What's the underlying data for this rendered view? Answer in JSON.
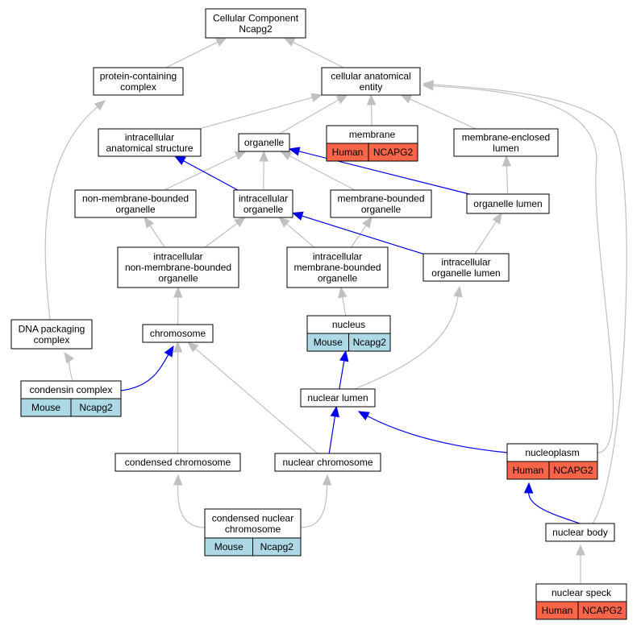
{
  "colors": {
    "edge_default": "#c0c0c0",
    "edge_highlight": "#0000ee",
    "mouse": "#add8e6",
    "human": "#fa6448",
    "node_border": "#000000"
  },
  "nodes": {
    "root": {
      "lines": [
        "Cellular Component",
        "Ncapg2"
      ]
    },
    "protein_complex": {
      "lines": [
        "protein-containing",
        "complex"
      ]
    },
    "cellular_anatomical_entity": {
      "lines": [
        "cellular anatomical",
        "entity"
      ]
    },
    "intracellular_anatomical_structure": {
      "lines": [
        "intracellular",
        "anatomical structure"
      ]
    },
    "organelle": {
      "lines": [
        "organelle"
      ]
    },
    "membrane": {
      "lines": [
        "membrane"
      ],
      "tags": [
        {
          "species": "Human",
          "gene": "NCAPG2"
        }
      ]
    },
    "membrane_enclosed_lumen": {
      "lines": [
        "membrane-enclosed",
        "lumen"
      ]
    },
    "non_membrane_bounded_organelle": {
      "lines": [
        "non-membrane-bounded",
        "organelle"
      ]
    },
    "intracellular_organelle": {
      "lines": [
        "intracellular",
        "organelle"
      ]
    },
    "membrane_bounded_organelle": {
      "lines": [
        "membrane-bounded",
        "organelle"
      ]
    },
    "organelle_lumen": {
      "lines": [
        "organelle lumen"
      ]
    },
    "intracellular_nmb_organelle": {
      "lines": [
        "intracellular",
        "non-membrane-bounded",
        "organelle"
      ]
    },
    "intracellular_mb_organelle": {
      "lines": [
        "intracellular",
        "membrane-bounded",
        "organelle"
      ]
    },
    "intracellular_organelle_lumen": {
      "lines": [
        "intracellular",
        "organelle lumen"
      ]
    },
    "dna_packaging_complex": {
      "lines": [
        "DNA packaging",
        "complex"
      ]
    },
    "chromosome": {
      "lines": [
        "chromosome"
      ]
    },
    "nucleus": {
      "lines": [
        "nucleus"
      ],
      "tags": [
        {
          "species": "Mouse",
          "gene": "Ncapg2"
        }
      ]
    },
    "condensin_complex": {
      "lines": [
        "condensin complex"
      ],
      "tags": [
        {
          "species": "Mouse",
          "gene": "Ncapg2"
        }
      ]
    },
    "nuclear_lumen": {
      "lines": [
        "nuclear lumen"
      ]
    },
    "condensed_chromosome": {
      "lines": [
        "condensed chromosome"
      ]
    },
    "nuclear_chromosome": {
      "lines": [
        "nuclear chromosome"
      ]
    },
    "nucleoplasm": {
      "lines": [
        "nucleoplasm"
      ],
      "tags": [
        {
          "species": "Human",
          "gene": "NCAPG2"
        }
      ]
    },
    "condensed_nuclear_chromosome": {
      "lines": [
        "condensed nuclear",
        "chromosome"
      ],
      "tags": [
        {
          "species": "Mouse",
          "gene": "Ncapg2"
        }
      ]
    },
    "nuclear_body": {
      "lines": [
        "nuclear body"
      ]
    },
    "nuclear_speck": {
      "lines": [
        "nuclear speck"
      ],
      "tags": [
        {
          "species": "Human",
          "gene": "NCAPG2"
        }
      ]
    }
  },
  "edges": [
    {
      "from": "protein_complex",
      "to": "root",
      "highlight": false
    },
    {
      "from": "cellular_anatomical_entity",
      "to": "root",
      "highlight": false
    },
    {
      "from": "intracellular_anatomical_structure",
      "to": "cellular_anatomical_entity",
      "highlight": false
    },
    {
      "from": "organelle",
      "to": "cellular_anatomical_entity",
      "highlight": false
    },
    {
      "from": "membrane",
      "to": "cellular_anatomical_entity",
      "highlight": false
    },
    {
      "from": "membrane_enclosed_lumen",
      "to": "cellular_anatomical_entity",
      "highlight": false
    },
    {
      "from": "non_membrane_bounded_organelle",
      "to": "organelle",
      "highlight": false
    },
    {
      "from": "intracellular_organelle",
      "to": "organelle",
      "highlight": false
    },
    {
      "from": "intracellular_organelle",
      "to": "intracellular_anatomical_structure",
      "highlight": true
    },
    {
      "from": "membrane_bounded_organelle",
      "to": "organelle",
      "highlight": false
    },
    {
      "from": "organelle_lumen",
      "to": "organelle",
      "highlight": true
    },
    {
      "from": "organelle_lumen",
      "to": "membrane_enclosed_lumen",
      "highlight": false
    },
    {
      "from": "intracellular_nmb_organelle",
      "to": "non_membrane_bounded_organelle",
      "highlight": false
    },
    {
      "from": "intracellular_nmb_organelle",
      "to": "intracellular_organelle",
      "highlight": false
    },
    {
      "from": "intracellular_mb_organelle",
      "to": "intracellular_organelle",
      "highlight": false
    },
    {
      "from": "intracellular_mb_organelle",
      "to": "membrane_bounded_organelle",
      "highlight": false
    },
    {
      "from": "intracellular_organelle_lumen",
      "to": "intracellular_organelle",
      "highlight": true
    },
    {
      "from": "intracellular_organelle_lumen",
      "to": "organelle_lumen",
      "highlight": false
    },
    {
      "from": "dna_packaging_complex",
      "to": "protein_complex",
      "highlight": false
    },
    {
      "from": "chromosome",
      "to": "intracellular_nmb_organelle",
      "highlight": false
    },
    {
      "from": "nucleus",
      "to": "intracellular_mb_organelle",
      "highlight": false
    },
    {
      "from": "condensin_complex",
      "to": "dna_packaging_complex",
      "highlight": false
    },
    {
      "from": "condensin_complex",
      "to": "chromosome",
      "highlight": true
    },
    {
      "from": "nuclear_lumen",
      "to": "nucleus",
      "highlight": true
    },
    {
      "from": "nuclear_lumen",
      "to": "intracellular_organelle_lumen",
      "highlight": false
    },
    {
      "from": "condensed_chromosome",
      "to": "chromosome",
      "highlight": false
    },
    {
      "from": "nuclear_chromosome",
      "to": "chromosome",
      "highlight": false
    },
    {
      "from": "nuclear_chromosome",
      "to": "nuclear_lumen",
      "highlight": true
    },
    {
      "from": "nucleoplasm",
      "to": "nuclear_lumen",
      "highlight": true
    },
    {
      "from": "nucleoplasm",
      "to": "cellular_anatomical_entity",
      "highlight": false
    },
    {
      "from": "condensed_nuclear_chromosome",
      "to": "condensed_chromosome",
      "highlight": false
    },
    {
      "from": "condensed_nuclear_chromosome",
      "to": "nuclear_chromosome",
      "highlight": false
    },
    {
      "from": "nuclear_body",
      "to": "nucleoplasm",
      "highlight": true
    },
    {
      "from": "nuclear_body",
      "to": "cellular_anatomical_entity",
      "highlight": false
    },
    {
      "from": "nuclear_speck",
      "to": "nuclear_body",
      "highlight": false
    }
  ]
}
